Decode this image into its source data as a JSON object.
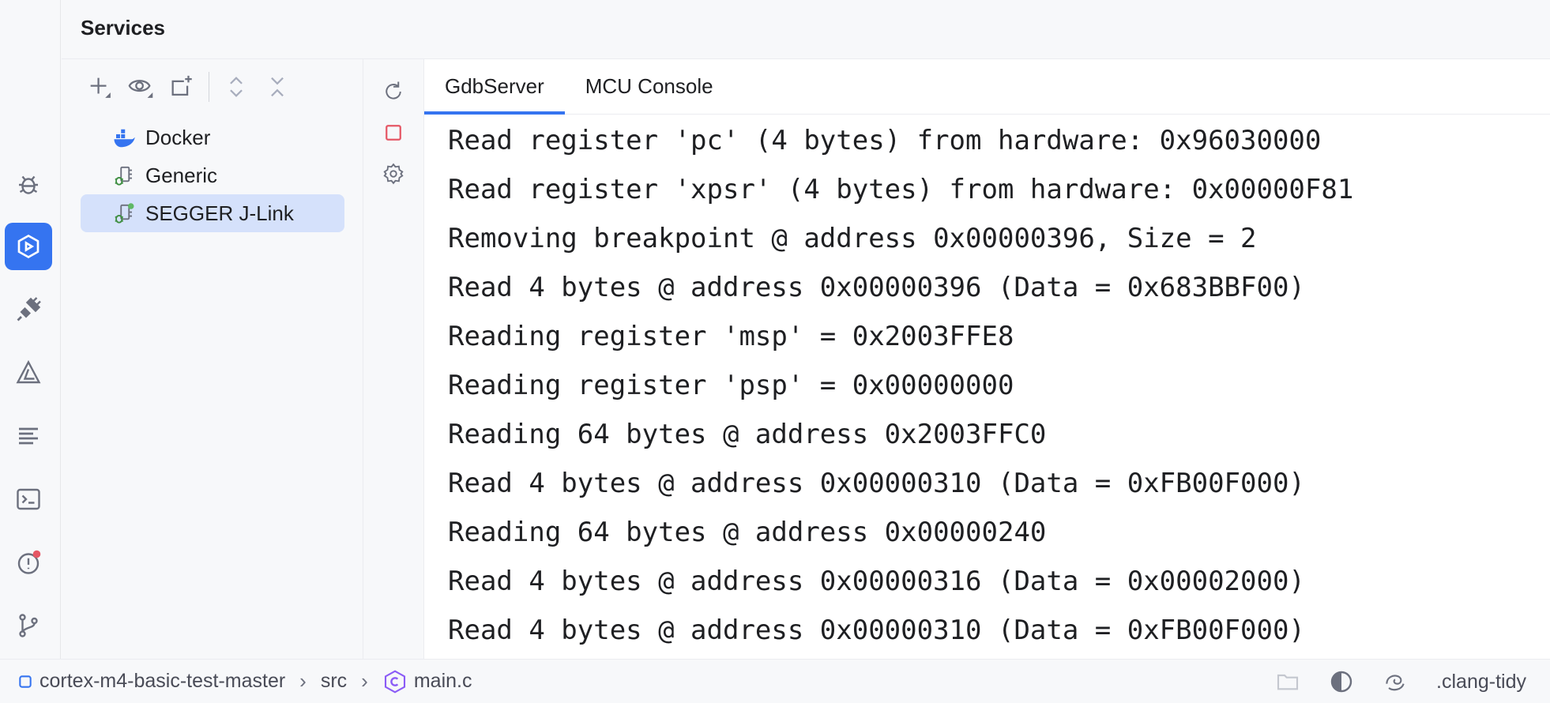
{
  "panel": {
    "title": "Services"
  },
  "tree": {
    "items": [
      {
        "label": "Docker"
      },
      {
        "label": "Generic"
      },
      {
        "label": "SEGGER J-Link"
      }
    ]
  },
  "console": {
    "tabs": [
      {
        "label": "GdbServer"
      },
      {
        "label": "MCU Console"
      }
    ],
    "lines": [
      "Read register 'pc' (4 bytes) from hardware: 0x96030000",
      "Read register 'xpsr' (4 bytes) from hardware: 0x00000F81",
      "Removing breakpoint @ address 0x00000396, Size = 2",
      "Read 4 bytes @ address 0x00000396 (Data = 0x683BBF00)",
      "Reading register 'msp' = 0x2003FFE8",
      "Reading register 'psp' = 0x00000000",
      "Reading 64 bytes @ address 0x2003FFC0",
      "Read 4 bytes @ address 0x00000310 (Data = 0xFB00F000)",
      "Reading 64 bytes @ address 0x00000240",
      "Read 4 bytes @ address 0x00000316 (Data = 0x00002000)",
      "Read 4 bytes @ address 0x00000310 (Data = 0xFB00F000)"
    ]
  },
  "statusbar": {
    "breadcrumbs": [
      {
        "label": "cortex-m4-basic-test-master"
      },
      {
        "label": "src"
      },
      {
        "label": "main.c"
      }
    ],
    "right_label": ".clang-tidy"
  },
  "colors": {
    "accent": "#3574f0",
    "selection": "#d5e1fb",
    "stop": "#e55765",
    "notification": "#e55765"
  },
  "icons": {
    "toolstrip": [
      "debug-icon",
      "services-icon",
      "plug-icon",
      "vector-icon",
      "structure-icon",
      "terminal-icon",
      "problems-icon",
      "git-branch-icon"
    ],
    "toolbar": [
      "add-icon",
      "view-icon",
      "new-group-icon",
      "expand-all-icon",
      "collapse-all-icon"
    ],
    "side_actions": [
      "refresh-icon",
      "stop-icon",
      "settings-icon"
    ],
    "statusbar": [
      "folder-icon",
      "contrast-icon",
      "swirl-icon"
    ]
  }
}
